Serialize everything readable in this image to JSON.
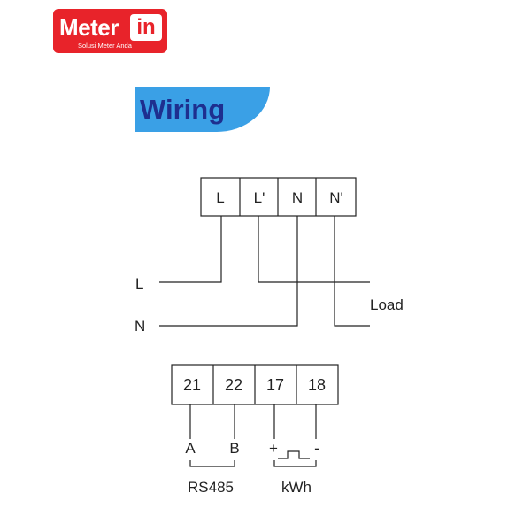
{
  "logo": {
    "word": "Meter",
    "badge": "in",
    "tagline": "Solusi Meter Anda"
  },
  "heading": "Wiring",
  "power_block": {
    "terminals": [
      "L",
      "L'",
      "N",
      "N'"
    ],
    "line_labels": {
      "l": "L",
      "n": "N"
    },
    "load_label": "Load"
  },
  "signal_block": {
    "terminals": [
      "21",
      "22",
      "17",
      "18"
    ],
    "pin_labels": [
      "A",
      "B",
      "+",
      "-"
    ],
    "group_labels": [
      "RS485",
      "kWh"
    ]
  }
}
